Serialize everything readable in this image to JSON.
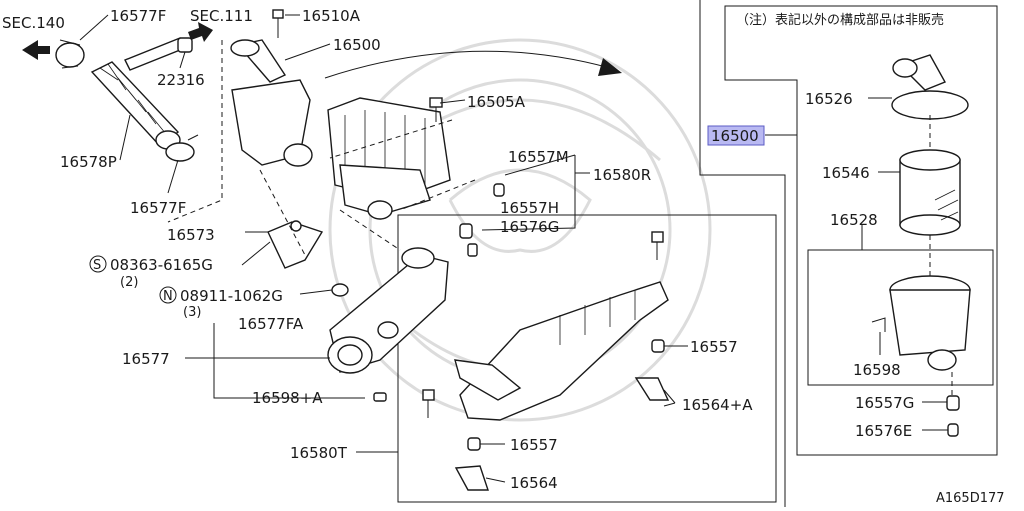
{
  "diagram": {
    "figure_code": "A165D177",
    "note": "（注）表記以外の構成部品は非販売",
    "sections": [
      "SEC.140",
      "SEC.111"
    ],
    "parts": {
      "p16577F_top": "16577F",
      "p16510A": "16510A",
      "p22316": "22316",
      "p16500_main": "16500",
      "p16578P": "16578P",
      "p16577F_low": "16577F",
      "p16505A": "16505A",
      "p16557M": "16557M",
      "p16580R": "16580R",
      "p16557H": "16557H",
      "p16576G": "16576G",
      "p16573": "16573",
      "p08363": "08363-6165G",
      "p08363_qty": "(2)",
      "p08911": "08911-1062G",
      "p08911_qty": "(3)",
      "p16577FA": "16577FA",
      "p16577": "16577",
      "p16598A": "16598+A",
      "p16580T": "16580T",
      "p16557_a": "16557",
      "p16564A": "16564+A",
      "p16557_b": "16557",
      "p16564": "16564",
      "p16500_box": "16500",
      "p16526": "16526",
      "p16546": "16546",
      "p16528": "16528",
      "p16598": "16598",
      "p16557G": "16557G",
      "p16576E": "16576E"
    },
    "symbols": {
      "s_circle": "S",
      "n_circle": "N"
    }
  }
}
